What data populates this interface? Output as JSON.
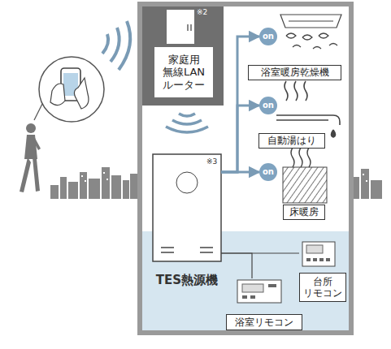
{
  "diagram": {
    "nodes": [
      {
        "text": [
          "家庭用 無線LAN ルーター"
        ]
      },
      {
        "text": [
          "TES熱源機"
        ]
      },
      {
        "text": [
          "on"
        ]
      },
      {
        "text": [
          "on"
        ]
      },
      {
        "text": [
          "on"
        ]
      },
      {
        "text": [
          "浴室暖房乾燥機"
        ]
      },
      {
        "text": [
          "自動湯はり"
        ]
      },
      {
        "text": [
          "床暖房"
        ]
      },
      {
        "text": [
          "台所 リモコン"
        ]
      },
      {
        "text": [
          "浴室リモコン"
        ]
      }
    ],
    "edges": [
      {
        "from": 1,
        "to": 2,
        "arrow": "to"
      },
      {
        "from": 1,
        "to": 3,
        "arrow": "to"
      },
      {
        "from": 1,
        "to": 4,
        "arrow": "to"
      },
      {
        "from": 1,
        "to": 8,
        "arrow": "none"
      },
      {
        "from": 1,
        "to": 9,
        "arrow": "none"
      }
    ],
    "labels": [
      "※2",
      "※3"
    ]
  }
}
